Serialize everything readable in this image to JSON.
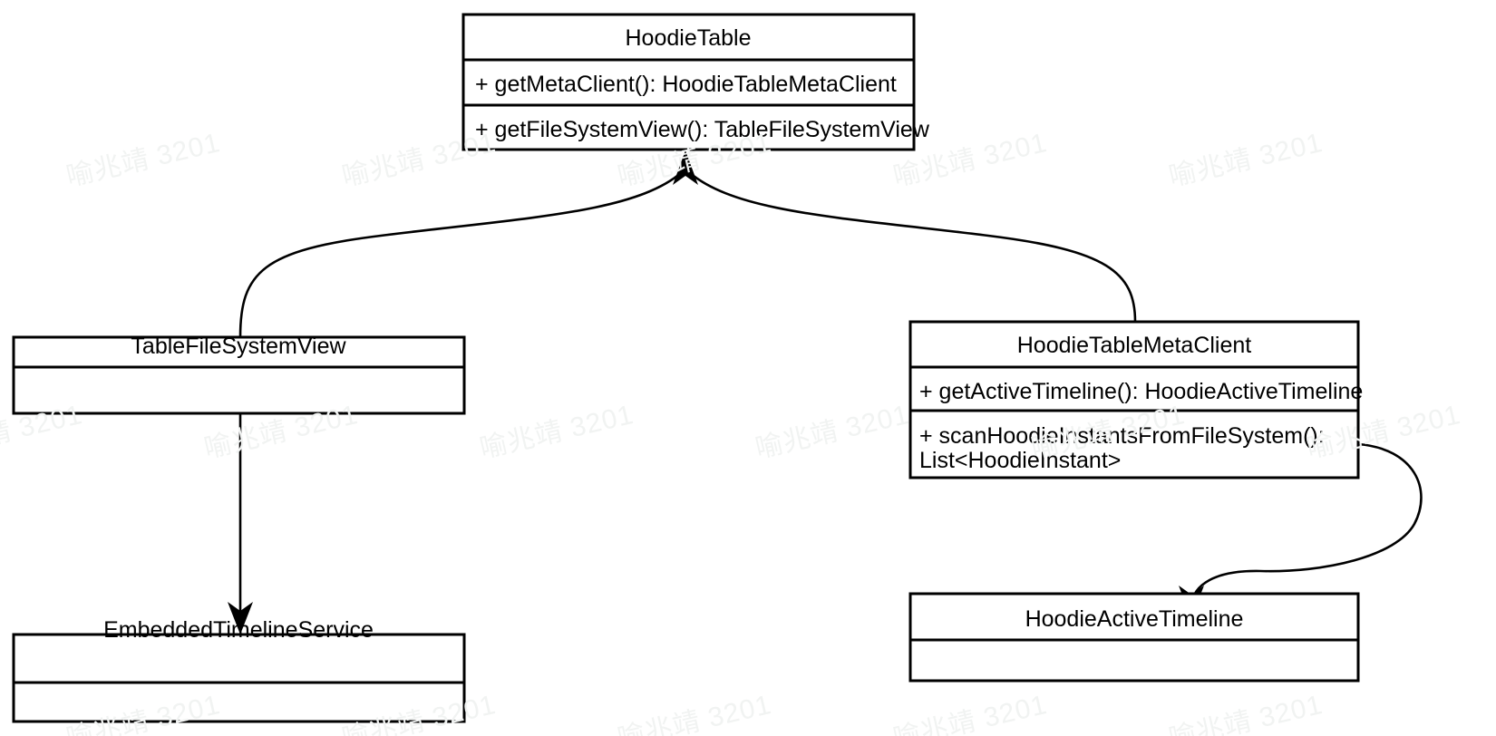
{
  "diagram": {
    "kind": "uml-class-diagram",
    "background_color": "#ffffff",
    "line_color": "#000000",
    "text_color": "#000000",
    "watermark": {
      "text": "喻兆靖 3201",
      "color": "#f1f3f2",
      "rotation_deg": -13
    },
    "classes": {
      "hoodie_table": {
        "name": "HoodieTable",
        "members": [
          "+ getMetaClient(): HoodieTableMetaClient",
          "+ getFileSystemView(): TableFileSystemView"
        ]
      },
      "table_file_system_view": {
        "name": "TableFileSystemView",
        "members": []
      },
      "hoodie_table_meta_client": {
        "name": "HoodieTableMetaClient",
        "members": [
          "+ getActiveTimeline(): HoodieActiveTimeline",
          "+ scanHoodieInstantsFromFileSystem():",
          "List<HoodieInstant>"
        ]
      },
      "embedded_timeline_service": {
        "name": "EmbeddedTimelineService",
        "members": []
      },
      "hoodie_active_timeline": {
        "name": "HoodieActiveTimeline",
        "members": []
      }
    },
    "edges": [
      {
        "id": "edge-tablefilesystemview-to-hoodietable",
        "from": "TableFileSystemView",
        "to": "HoodieTable",
        "arrow": "solid-filled"
      },
      {
        "id": "edge-hoodietablemetaclient-to-hoodietable",
        "from": "HoodieTableMetaClient",
        "to": "HoodieTable",
        "arrow": "solid-filled"
      },
      {
        "id": "edge-tablefilesystemview-to-embeddedtimelineservice",
        "from": "TableFileSystemView",
        "to": "EmbeddedTimelineService",
        "arrow": "solid-filled"
      },
      {
        "id": "edge-hoodietablemetaclient-to-hoodieactivetimeline",
        "from": "HoodieTableMetaClient",
        "to": "HoodieActiveTimeline",
        "arrow": "solid-filled"
      }
    ]
  }
}
